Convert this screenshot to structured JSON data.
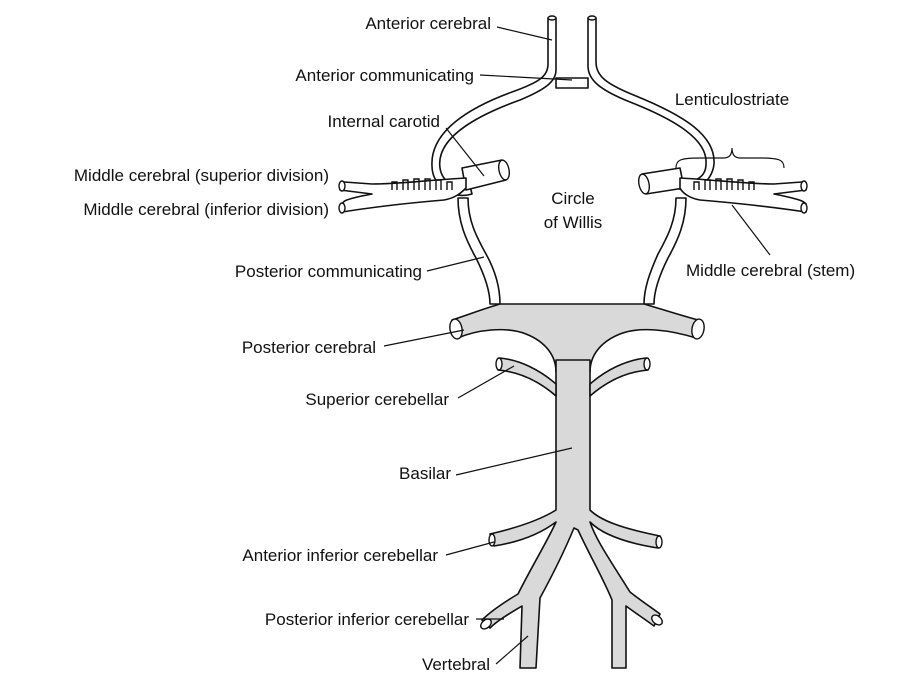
{
  "labels": {
    "anterior_cerebral": "Anterior cerebral",
    "anterior_communicating": "Anterior communicating",
    "internal_carotid": "Internal carotid",
    "lenticulostriate": "Lenticulostriate",
    "middle_cerebral_superior": "Middle cerebral (superior division)",
    "middle_cerebral_inferior": "Middle cerebral (inferior division)",
    "circle_of_willis_line1": "Circle",
    "circle_of_willis_line2": "of Willis",
    "middle_cerebral_stem": "Middle cerebral (stem)",
    "posterior_communicating": "Posterior communicating",
    "posterior_cerebral": "Posterior cerebral",
    "superior_cerebellar": "Superior cerebellar",
    "basilar": "Basilar",
    "anterior_inferior_cerebellar": "Anterior inferior cerebellar",
    "posterior_inferior_cerebellar": "Posterior inferior cerebellar",
    "vertebral": "Vertebral"
  },
  "colors": {
    "posterior_circulation_fill": "#d9d9d9",
    "outline": "#111111",
    "background": "#ffffff"
  }
}
